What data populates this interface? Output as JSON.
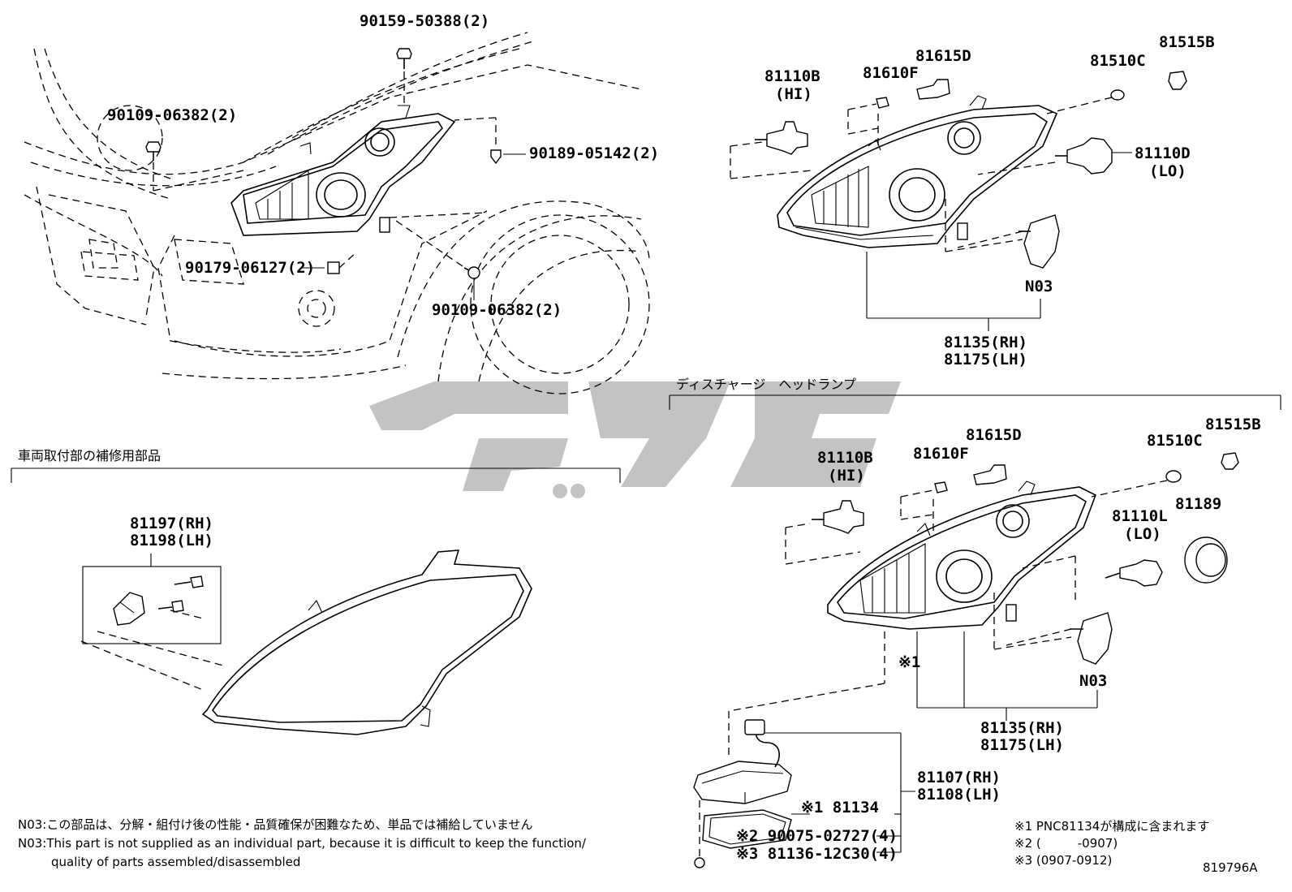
{
  "top_left_parts": {
    "bolt_top": "90159-50388(2)",
    "bolt_left": "90109-06382(2)",
    "clip_right": "90189-05142(2)",
    "clip_lower": "90179-06127(2)",
    "bolt_lower": "90109-06382(2)"
  },
  "halogen_assy": {
    "hi_bulb": "81110B",
    "hi_tag": "(HI)",
    "socket_f": "81610F",
    "bulb_d": "81615D",
    "bulb_c": "81510C",
    "socket_b": "81515B",
    "lo_bulb": "81110D",
    "lo_tag": "(LO)",
    "leveling": "N03",
    "assy_rh": "81135(RH)",
    "assy_lh": "81175(LH)"
  },
  "discharge_assy": {
    "section_title": "ディスチャージ　ヘッドランプ",
    "hi_bulb": "81110B",
    "hi_tag": "(HI)",
    "socket_f": "81610F",
    "bulb_d": "81615D",
    "bulb_c": "81510C",
    "socket_b": "81515B",
    "lo_bulb": "81110L",
    "lo_tag": "(LO)",
    "cap": "81189",
    "leveling": "N03",
    "mark1": "※1",
    "assy_rh": "81135(RH)",
    "assy_lh": "81175(LH)",
    "ballast_rh": "81107(RH)",
    "ballast_lh": "81108(LH)",
    "computer": "※1 81134",
    "screw": "※2 90075-02727(4)",
    "gasket": "※3 81136-12C30(4)"
  },
  "repair_parts": {
    "section_title": "車両取付部の補修用部品",
    "bracket_rh": "81197(RH)",
    "bracket_lh": "81198(LH)"
  },
  "footnotes": {
    "n03_jp": "N03:この部品は、分解・組付け後の性能・品質確保が困難なため、単品では補給していません",
    "n03_en_1": "N03:This part is not supplied as an individual part, because it is difficult to keep the function/",
    "n03_en_2": "quality of parts assembled/disassembled",
    "ref1": "※1 PNC81134が構成に含まれます",
    "ref2": "※2 (　　　-0907)",
    "ref3": "※3 (0907-0912)",
    "figure_id": "819796A"
  },
  "watermark": "ياكو"
}
